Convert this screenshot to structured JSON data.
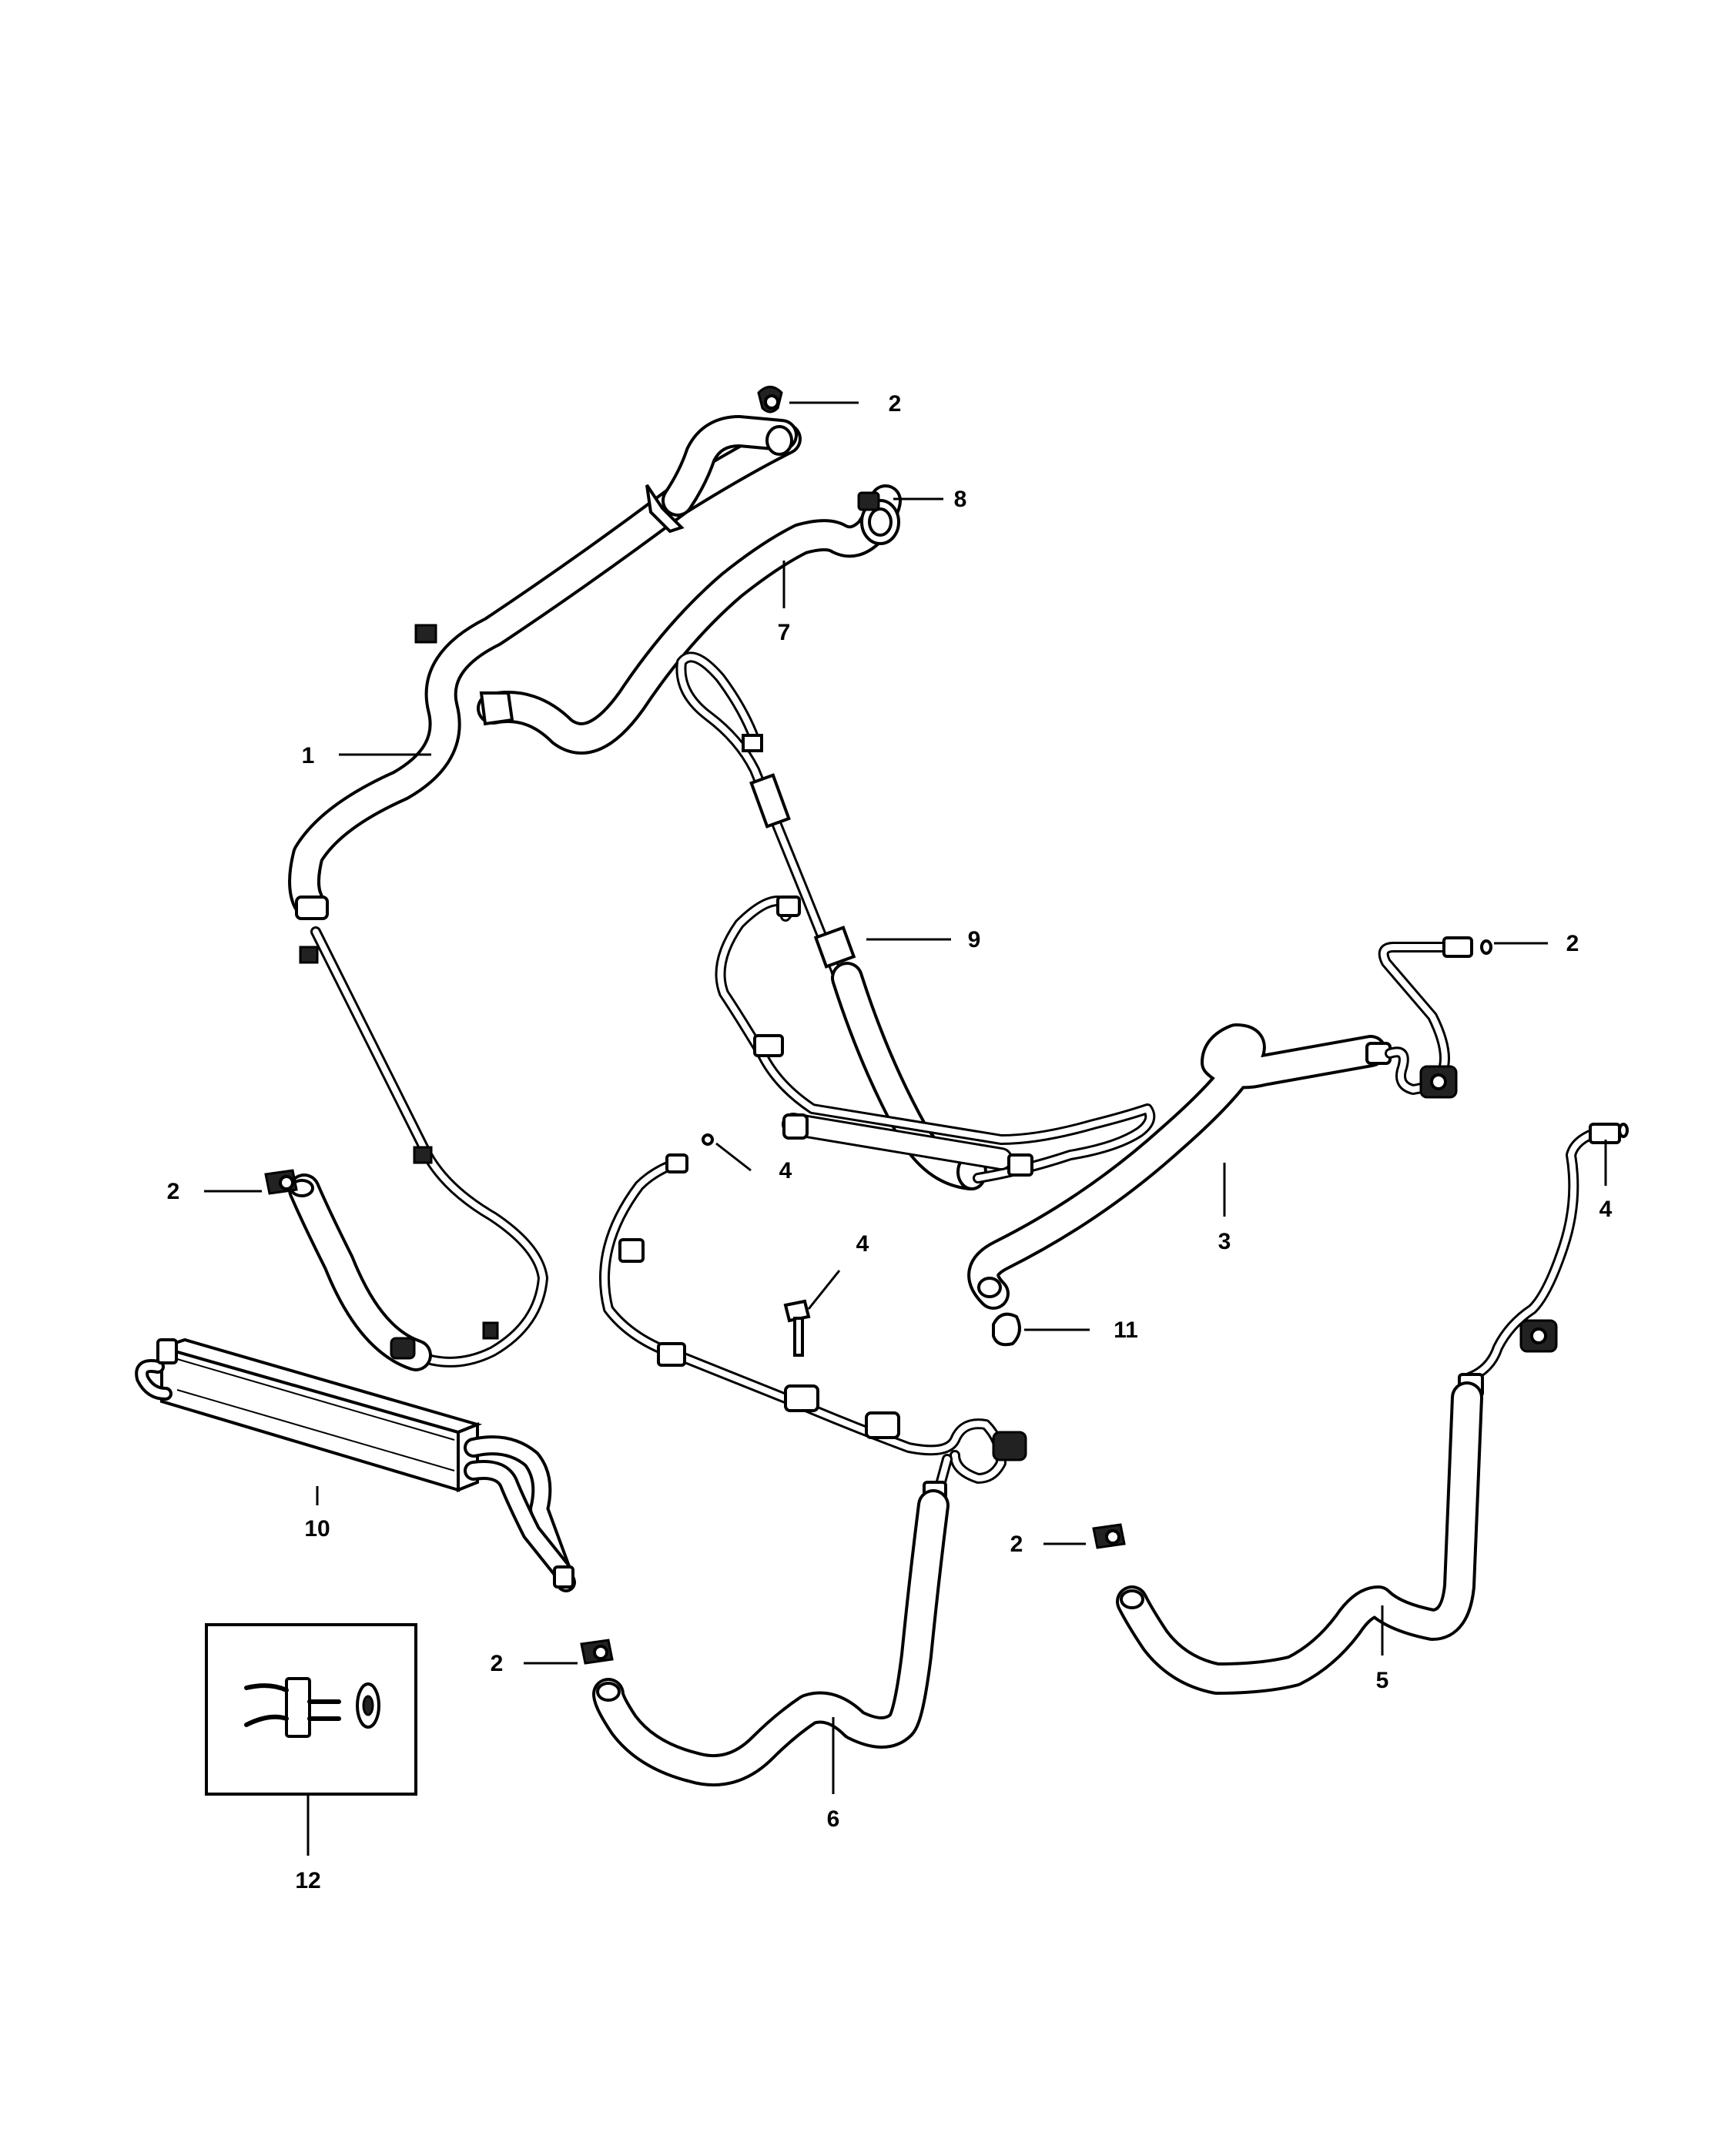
{
  "diagram": {
    "callouts": [
      {
        "id": "c2a",
        "label": "2"
      },
      {
        "id": "c8",
        "label": "8"
      },
      {
        "id": "c7",
        "label": "7"
      },
      {
        "id": "c1",
        "label": "1"
      },
      {
        "id": "c9",
        "label": "9"
      },
      {
        "id": "c4a",
        "label": "4"
      },
      {
        "id": "c3",
        "label": "3"
      },
      {
        "id": "c2b",
        "label": "2"
      },
      {
        "id": "c4b",
        "label": "4"
      },
      {
        "id": "c4c",
        "label": "4"
      },
      {
        "id": "c11",
        "label": "11"
      },
      {
        "id": "c2c",
        "label": "2"
      },
      {
        "id": "c10",
        "label": "10"
      },
      {
        "id": "c2d",
        "label": "2"
      },
      {
        "id": "c5",
        "label": "5"
      },
      {
        "id": "c2e",
        "label": "2"
      },
      {
        "id": "c6",
        "label": "6"
      },
      {
        "id": "c12",
        "label": "12"
      }
    ]
  }
}
